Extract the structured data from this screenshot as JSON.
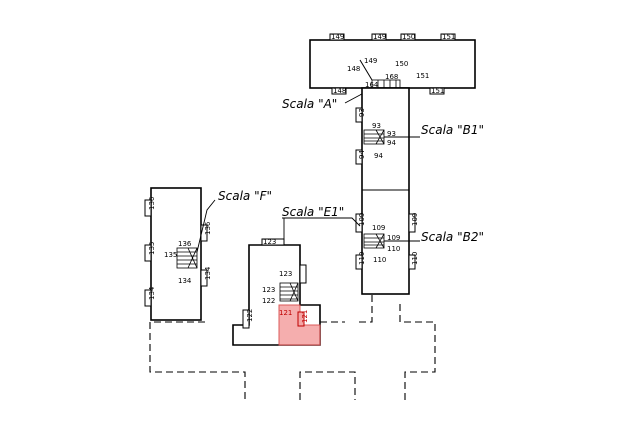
{
  "scale_labels": {
    "scala_a": "Scala \"A\"",
    "scala_b1": "Scala \"B1\"",
    "scala_b2": "Scala \"B2\"",
    "scala_e1": "Scala \"E1\"",
    "scala_f": "Scala \"F\""
  },
  "block_a": {
    "top_149a": "149",
    "top_149b": "149",
    "top_150": "150",
    "top_151": "151",
    "in_149": "149",
    "in_150": "150",
    "in_148": "148",
    "in_151": "151",
    "in_164": "164",
    "in_168": "168",
    "bot_148": "148",
    "bot_151": "151"
  },
  "block_b": {
    "l_93": "93",
    "s_93": "93",
    "s_94a": "94",
    "s_94b": "94",
    "l_94": "94",
    "l_109": "109",
    "s_109a": "109",
    "s_109b": "109",
    "s_110a": "110",
    "s_110b": "110",
    "r_109": "109",
    "l_110": "110",
    "r_110": "110"
  },
  "block_e": {
    "top_123": "123",
    "s_123a": "123",
    "s_123b": "123",
    "s_122a": "122",
    "l_122": "122",
    "s_121": "121",
    "hl_121": "121"
  },
  "block_f": {
    "l_136": "136",
    "r_136": "136",
    "s_136": "136",
    "s_135": "135",
    "l_135": "135",
    "s_134": "134",
    "r_134": "134",
    "l_134": "134"
  },
  "highlight_color": "#f4a6a6"
}
